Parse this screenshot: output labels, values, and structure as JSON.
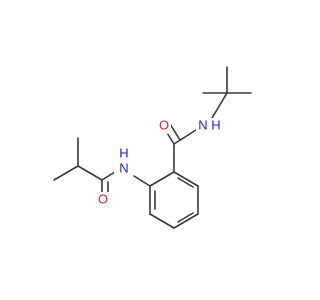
{
  "molecule": {
    "atom_labels": {
      "amide_o_top": "O",
      "amide_nh_top": "N",
      "amide_h_top": "H",
      "amide_nh_left": "N",
      "amide_h_left": "H",
      "amide_o_left": "O"
    },
    "colors": {
      "bond": "#3a3a3a",
      "nitrogen": "#1f1fd6",
      "oxygen": "#e0241b"
    }
  }
}
